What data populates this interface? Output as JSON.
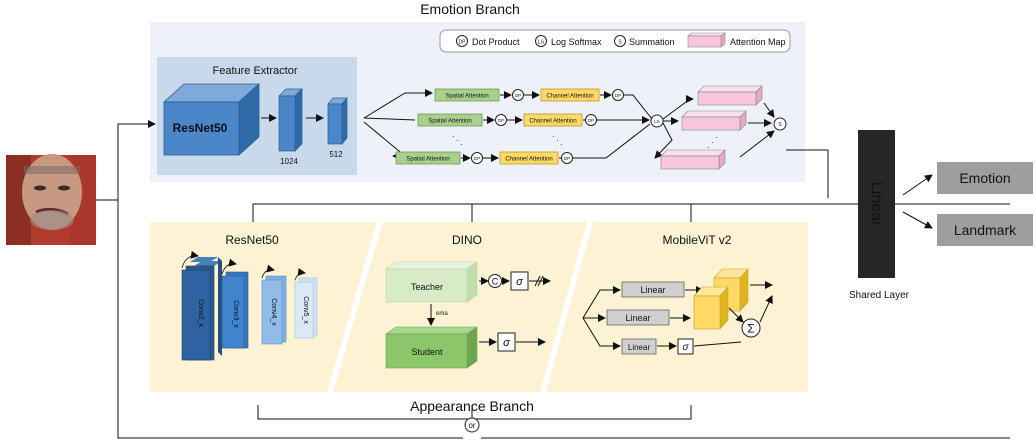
{
  "emotion_branch": {
    "title": "Emotion Branch",
    "legend": {
      "dot_product_symbol": "DP",
      "dot_product_label": "Dot Product",
      "log_softmax_symbol": "LS",
      "log_softmax_label": "Log Softmax",
      "summation_symbol": "S",
      "summation_label": "Summation",
      "attention_map_label": "Attention Map"
    },
    "feature_extractor": {
      "title": "Feature Extractor",
      "backbone": "ResNet50",
      "dim1": "1024",
      "dim2": "512"
    },
    "spatial_attention": "Spatial Attention",
    "channel_attention": "Channel Attention",
    "dp": "DP",
    "ls": "LS",
    "s": "S"
  },
  "appearance_branch": {
    "title": "Appearance Branch",
    "resnet": {
      "title": "ResNet50",
      "layers": [
        "Conv2_x",
        "Conv3_x",
        "Conv4_x",
        "Conv5_x"
      ]
    },
    "dino": {
      "title": "DINO",
      "teacher": "Teacher",
      "student": "Student",
      "ema": "ema",
      "concat": "C",
      "sigma": "σ"
    },
    "mobilevit": {
      "title": "MobileViT v2",
      "linear": "Linear",
      "sigma": "σ",
      "sum": "Σ"
    },
    "or_label": "or"
  },
  "shared": {
    "linear": "Linear",
    "caption": "Shared Layer"
  },
  "outputs": [
    "Emotion",
    "Landmark"
  ],
  "colors": {
    "emotion_bg": "#eef2f8",
    "feature_bg": "#c9d9ec",
    "appearance_bg": "#fdf2d3",
    "resnet_blue": "#4a86c8",
    "spatial_green": "#a9d18e",
    "channel_yellow": "#ffd966",
    "attention_pink": "#f7c6dc",
    "teacher_green": "#d7ebc6",
    "student_green": "#8cc66a",
    "linear_dark": "#262626",
    "output_gray": "#9e9e9e"
  }
}
